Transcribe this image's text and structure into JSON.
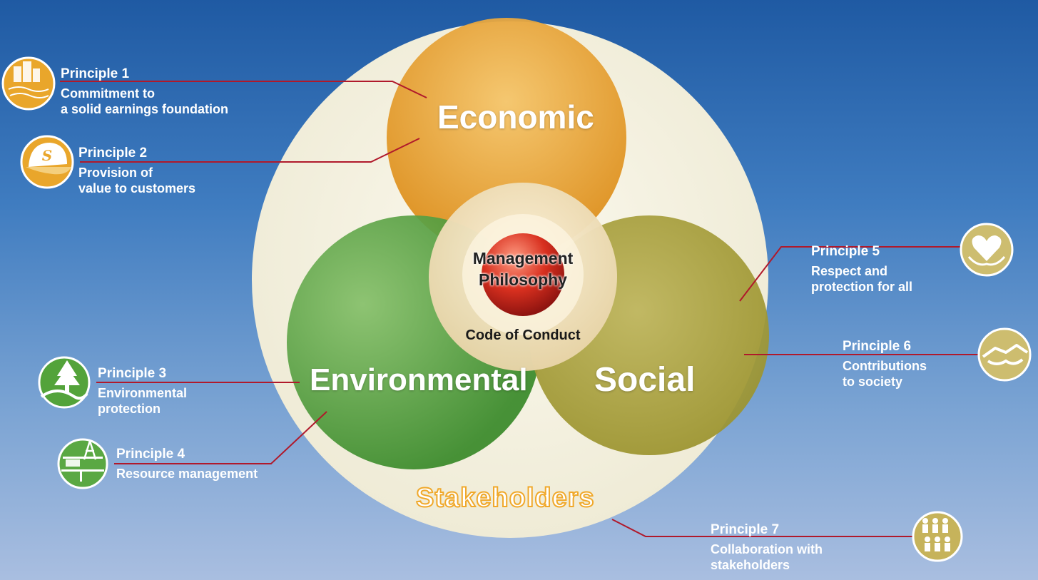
{
  "spheres": {
    "economic": "Economic",
    "environmental": "Environmental",
    "social": "Social"
  },
  "center": {
    "line1": "Management",
    "line2": "Philosophy",
    "code": "Code of Conduct"
  },
  "stakeholders": "Stakeholders",
  "principles": [
    {
      "title": "Principle 1",
      "desc": "Commitment to\na solid earnings foundation",
      "icon": "city-skyline-icon"
    },
    {
      "title": "Principle 2",
      "desc": "Provision of\nvalue to customers",
      "icon": "cap-icon"
    },
    {
      "title": "Principle 3",
      "desc": "Environmental\nprotection",
      "icon": "tree-river-icon"
    },
    {
      "title": "Principle 4",
      "desc": "Resource management",
      "icon": "oil-field-icon"
    },
    {
      "title": "Principle 5",
      "desc": "Respect and\nprotection for all",
      "icon": "heart-hands-icon"
    },
    {
      "title": "Principle 6",
      "desc": "Contributions\nto society",
      "icon": "handshake-icon"
    },
    {
      "title": "Principle 7",
      "desc": "Collaboration with\nstakeholders",
      "icon": "people-chain-icon"
    }
  ],
  "colors": {
    "economic": "#e8a531",
    "environmental": "#4a9a34",
    "social": "#a9a23a",
    "connector": "#b0192b",
    "outer_disc": "#f7f5e6"
  }
}
